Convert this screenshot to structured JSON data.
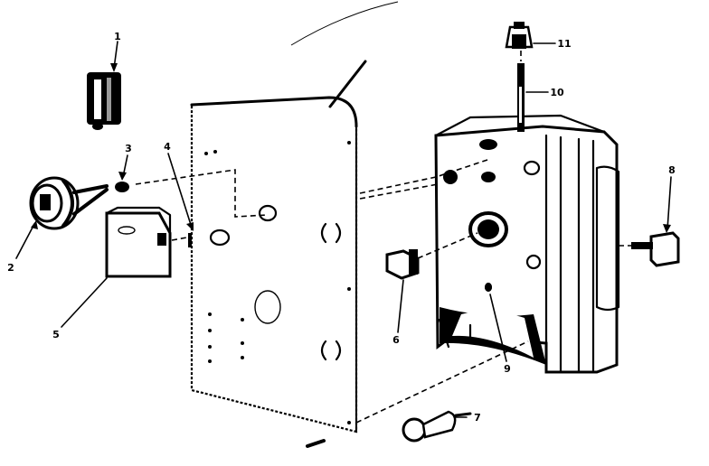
{
  "diagram": {
    "callouts": [
      {
        "id": "c1",
        "text": "1",
        "part": "part-1"
      },
      {
        "id": "c2",
        "text": "2",
        "part": "part-2-gauge"
      },
      {
        "id": "c3",
        "text": "3",
        "part": "part-3"
      },
      {
        "id": "c4",
        "text": "4",
        "part": "part-4"
      },
      {
        "id": "c5",
        "text": "5",
        "part": "part-5-box"
      },
      {
        "id": "c6",
        "text": "6",
        "part": "part-6-plug"
      },
      {
        "id": "c7",
        "text": "7",
        "part": "part-7-valve"
      },
      {
        "id": "c8",
        "text": "8",
        "part": "part-8"
      },
      {
        "id": "c9",
        "text": "9",
        "part": "part-9"
      },
      {
        "id": "c10",
        "text": "10",
        "part": "part-10-rod"
      },
      {
        "id": "c11",
        "text": "11",
        "part": "part-11"
      }
    ]
  }
}
